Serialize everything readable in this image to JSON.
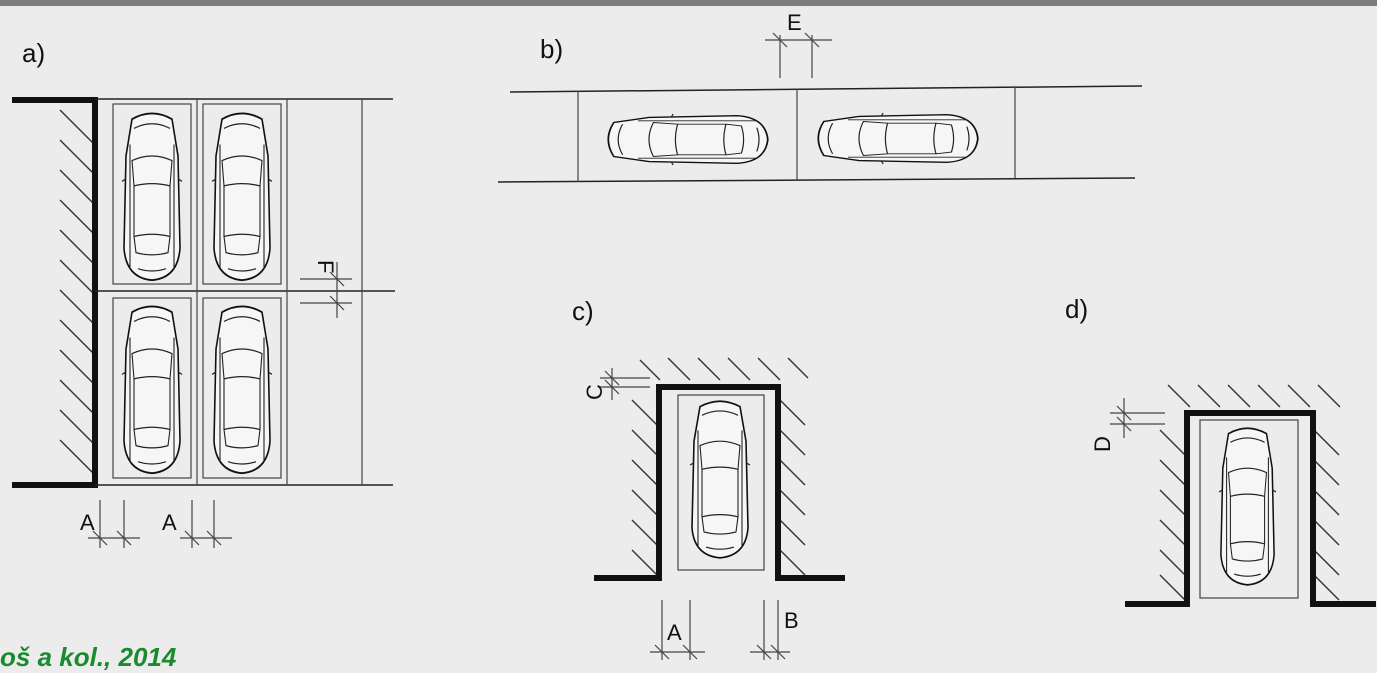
{
  "panels": {
    "a": "a)",
    "b": "b)",
    "c": "c)",
    "d": "d)"
  },
  "dimensions": {
    "a_gap_1": "A",
    "a_gap_2": "A",
    "a_row_gap": "F",
    "b_gap": "E",
    "c_side": "A",
    "c_wall": "B",
    "c_top": "C",
    "d_top": "D"
  },
  "source": "oš a kol., 2014"
}
